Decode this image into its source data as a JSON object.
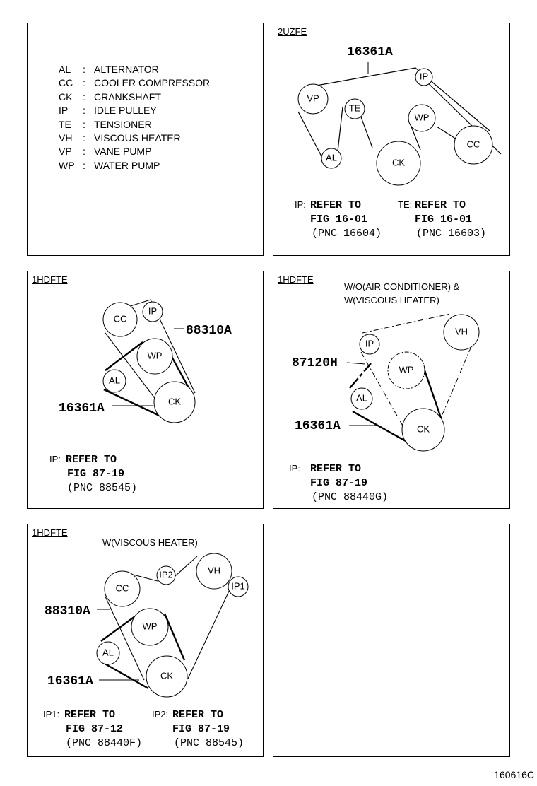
{
  "legend": [
    {
      "code": "AL",
      "sep": ":",
      "name": "ALTERNATOR"
    },
    {
      "code": "CC",
      "sep": ":",
      "name": "COOLER COMPRESSOR"
    },
    {
      "code": "CK",
      "sep": ":",
      "name": "CRANKSHAFT"
    },
    {
      "code": "IP",
      "sep": ":",
      "name": "IDLE PULLEY"
    },
    {
      "code": "TE",
      "sep": ":",
      "name": "TENSIONER"
    },
    {
      "code": "VH",
      "sep": ":",
      "name": "VISCOUS HEATER"
    },
    {
      "code": "VP",
      "sep": ":",
      "name": "VANE PUMP"
    },
    {
      "code": "WP",
      "sep": ":",
      "name": "WATER PUMP"
    }
  ],
  "panels": {
    "p2": {
      "title": "2UZFE",
      "part": "16361A",
      "pulleys": {
        "vp": "VP",
        "te": "TE",
        "al": "AL",
        "ck": "CK",
        "wp": "WP",
        "ip": "IP",
        "cc": "CC"
      },
      "ref1": {
        "tag": "IP:",
        "line1": "REFER TO",
        "line2": "FIG 16-01",
        "line3": "(PNC 16604)"
      },
      "ref2": {
        "tag": "TE:",
        "line1": "REFER TO",
        "line2": "FIG 16-01",
        "line3": "(PNC 16603)"
      }
    },
    "p3": {
      "title": "1HDFTE",
      "part_a": "88310A",
      "part_b": "16361A",
      "pulleys": {
        "cc": "CC",
        "ip": "IP",
        "wp": "WP",
        "al": "AL",
        "ck": "CK"
      },
      "ref": {
        "tag": "IP:",
        "line1": "REFER TO",
        "line2": "FIG 87-19",
        "line3": "(PNC 88545)"
      }
    },
    "p4": {
      "title": "1HDFTE",
      "note1": "W/O(AIR CONDITIONER) &",
      "note2": "W(VISCOUS HEATER)",
      "part_a": "87120H",
      "part_b": "16361A",
      "pulleys": {
        "vh": "VH",
        "ip": "IP",
        "wp": "WP",
        "al": "AL",
        "ck": "CK"
      },
      "ref": {
        "tag": "IP:",
        "line1": "REFER TO",
        "line2": "FIG 87-19",
        "line3": "(PNC 88440G)"
      }
    },
    "p5": {
      "title": "1HDFTE",
      "note1": "W(VISCOUS HEATER)",
      "part_a": "88310A",
      "part_b": "16361A",
      "pulleys": {
        "cc": "CC",
        "ip2": "IP2",
        "vh": "VH",
        "ip1": "IP1",
        "wp": "WP",
        "al": "AL",
        "ck": "CK"
      },
      "ref1": {
        "tag": "IP1:",
        "line1": "REFER TO",
        "line2": "FIG 87-12",
        "line3": "(PNC 88440F)"
      },
      "ref2": {
        "tag": "IP2:",
        "line1": "REFER TO",
        "line2": "FIG 87-19",
        "line3": "(PNC 88545)"
      }
    }
  },
  "figure_id": "160616C"
}
